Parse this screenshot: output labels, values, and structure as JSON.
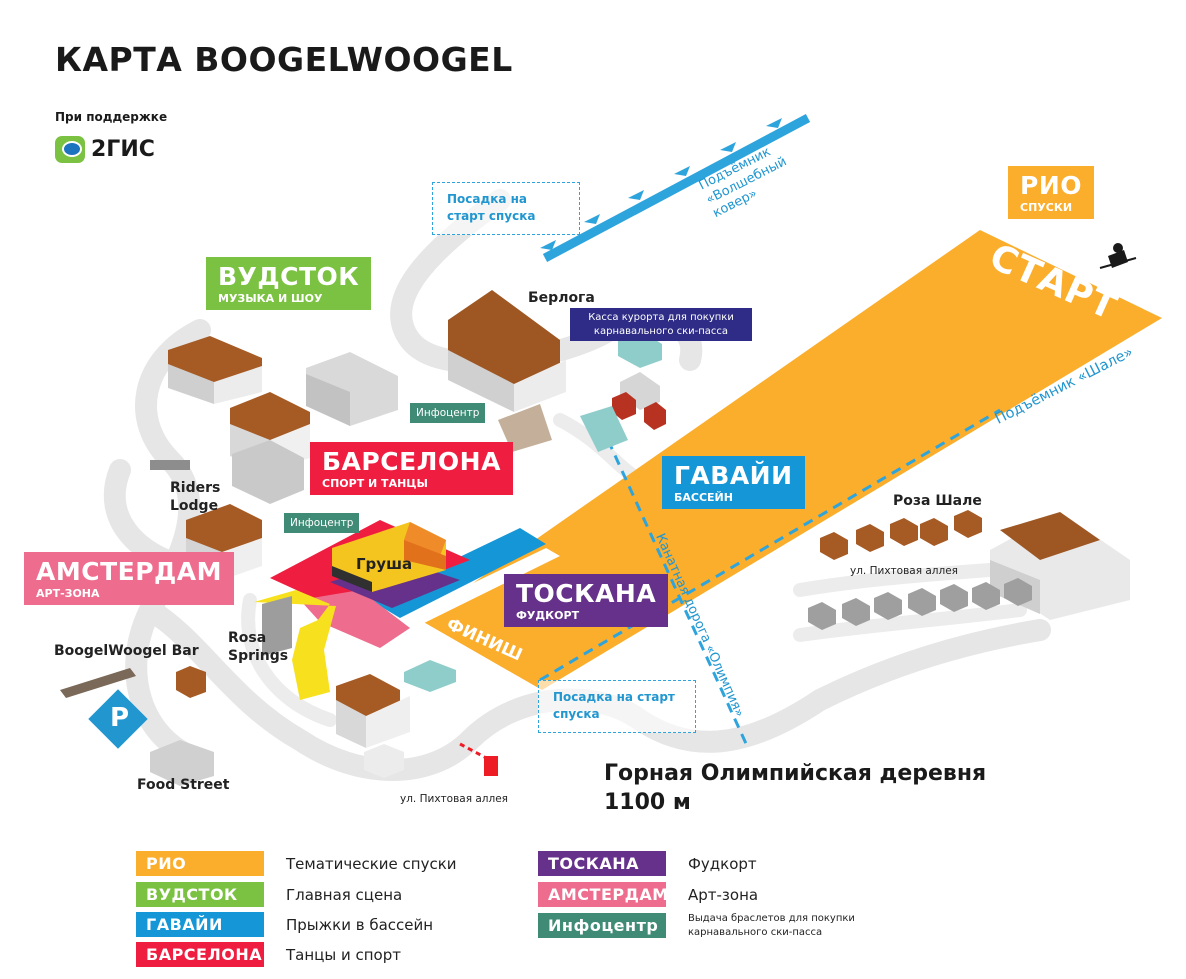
{
  "title": "КАРТА BOOGELWOOGEL",
  "support": {
    "text": "При поддержке",
    "brand": "2ГИС"
  },
  "zones": {
    "rio": {
      "name": "РИО",
      "sub": "СПУСКИ",
      "color": "#fbad2c"
    },
    "vudstok": {
      "name": "ВУДСТОК",
      "sub": "МУЗЫКА И ШОУ",
      "color": "#7cc242"
    },
    "barcelona": {
      "name": "БАРСЕЛОНА",
      "sub": "СПОРТ И ТАНЦЫ",
      "color": "#ef1d40"
    },
    "gavaii": {
      "name": "ГАВАЙИ",
      "sub": "БАССЕЙН",
      "color": "#1596d6"
    },
    "amsterdam": {
      "name": "АМСТЕРДАМ",
      "sub": "АРТ-ЗОНА",
      "color": "#ee6c8d"
    },
    "toskana": {
      "name": "ТОСКАНА",
      "sub": "ФУДКОРТ",
      "color": "#66318a"
    }
  },
  "map": {
    "start_label": "СТАРТ",
    "finish_label": "ФИНИШ",
    "lift_magic": "Подъёмник «Волшебный ковер»",
    "lift_chalet": "Подъёмник «Шале»",
    "cable_road": "Канатная дорога «Олимпия»",
    "boarding_1": "Посадка на старт спуска",
    "boarding_2": "Посадка на старт спуска",
    "berloga": "Берлога",
    "kassa": "Касса курорта для покупки карнавального ски-пасса",
    "infocenter_1": "Инфоцентр",
    "infocenter_2": "Инфоцентр",
    "riders_lodge": "Riders Lodge",
    "grusha": "Груша",
    "roza_shale": "Роза Шале",
    "street_fir_1": "ул. Пихтовая аллея",
    "street_fir_2": "ул. Пихтовая аллея",
    "rosa_springs": "Rosa Springs",
    "bar": "BoogelWoogel Bar",
    "parking": "P",
    "food_street": "Food Street",
    "village_name": "Горная Олимпийская деревня",
    "village_altitude": "1100 м"
  },
  "legend": [
    {
      "chip": "РИО",
      "color": "#fbad2c",
      "desc": "Тематические спуски"
    },
    {
      "chip": "ВУДСТОК",
      "color": "#7cc242",
      "desc": "Главная сцена"
    },
    {
      "chip": "ГАВАЙИ",
      "color": "#1596d6",
      "desc": "Прыжки в бассейн"
    },
    {
      "chip": "БАРСЕЛОНА",
      "color": "#ef1d40",
      "desc": "Танцы и спорт"
    },
    {
      "chip": "ТОСКАНА",
      "color": "#66318a",
      "desc": "Фудкорт"
    },
    {
      "chip": "АМСТЕРДАМ",
      "color": "#ee6c8d",
      "desc": "Арт-зона"
    },
    {
      "chip": "Инфоцентр",
      "color": "#3f8b75",
      "desc": "Выдача браслетов для покупки карнавального ски-пасса"
    }
  ]
}
